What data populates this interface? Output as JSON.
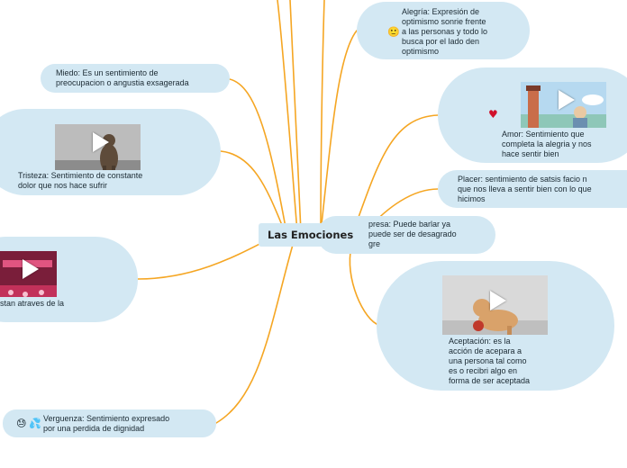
{
  "central_topic": "Las  Emociones",
  "colors": {
    "branch": "#f5a623",
    "node_fill": "#d3e8f3",
    "text": "#1b2a33"
  },
  "nodes": {
    "alegria": {
      "text": "Alegría: Expresión  de\noptimismo sonrie frente\na las personas y todo lo\nbusca por el lado den\noptimismo",
      "icon": "smiley-icon",
      "glyph": "🙂"
    },
    "miedo": {
      "text": "Miedo: Es un sentimiento de\npreocupacion o angustia exsagerada"
    },
    "amor": {
      "text": "Amor:  Sentimiento que\ncompleta  la  alegria y nos\nhace sentir bien",
      "icon": "heart-icon",
      "glyph": "♥",
      "thumbnail": "video-thumbnail-lighthouse"
    },
    "tristeza": {
      "text": "Tristeza: Sentimiento de constante\ndolor  que nos hace sufrir",
      "thumbnail": "video-thumbnail-dog"
    },
    "placer": {
      "text": "Placer: sentimiento de satsis facio n\nque nos lleva a sentir bien con lo que\nhicimos"
    },
    "sorpresa": {
      "text": "presa: Puede barlar ya\n puede  ser de desagrado\ngre"
    },
    "left_video": {
      "text": "stan atraves de la",
      "thumbnail": "video-thumbnail-stage"
    },
    "aceptacion": {
      "text": "Aceptación: es la\nacción de acepara a\nuna persona  tal como\nes o recibri algo en\nforma de ser aceptada",
      "thumbnail": "video-thumbnail-puppy"
    },
    "verguenza": {
      "text": "Verguenza: Sentimiento expresado\npor una perdida de dignidad",
      "icons": [
        "embarrassed-face-icon",
        "sweat-drops-icon"
      ],
      "glyphs": [
        "😓",
        "💦"
      ]
    }
  }
}
